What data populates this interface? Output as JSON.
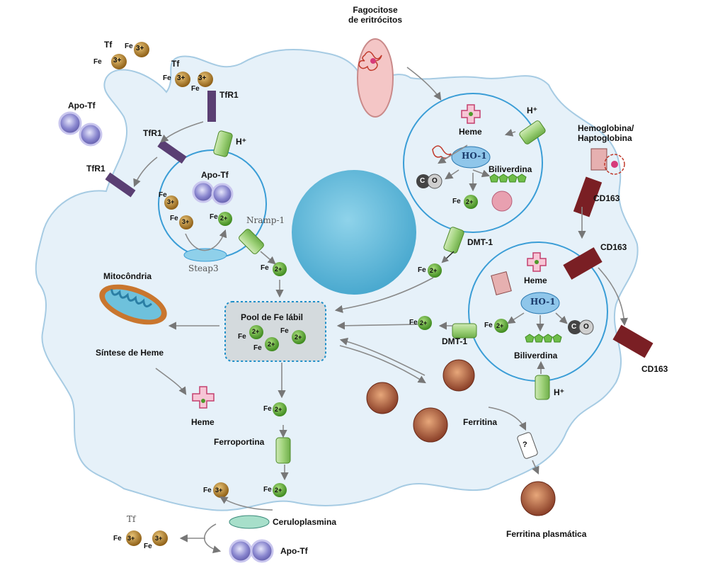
{
  "labels": {
    "phagocytosis": "Fagocitose\nde eritrócitos",
    "tf": "Tf",
    "tfr1": "TfR1",
    "apo_tf": "Apo-Tf",
    "h_plus": "H⁺",
    "fe": "Fe",
    "fe2": "2+",
    "fe3": "3+",
    "nramp1": "Nramp-1",
    "steap3": "Steap3",
    "mitochondria": "Mitocôndria",
    "heme_synthesis": "Síntese de Heme",
    "heme": "Heme",
    "pool": "Pool de Fe lábil",
    "ferroportin": "Ferroportina",
    "ceruloplasmin": "Ceruloplasmina",
    "ho1": "HO-1",
    "biliverdin": "Biliverdina",
    "dmt1": "DMT-1",
    "hemoglobin": "Hemoglobina/\nHaptoglobina",
    "cd163": "CD163",
    "ferritin": "Ferritina",
    "plasma_ferritin": "Ferritina plasmática",
    "tf_small": "Tf",
    "co_c": "C",
    "co_o": "O",
    "question": "?"
  },
  "colors": {
    "cell_fill": "#e6f1f9",
    "cell_stroke": "#a6cbe3",
    "nucleus": "#6fc0dc",
    "vesicle_stroke": "#3a9dd6",
    "receptor_purple": "#5a3f73",
    "cd163_red": "#7a1f24",
    "fe2_green": "#4e9a2a",
    "fe3_gold": "#b6852a",
    "ho1_blue": "#8fc6ea",
    "arrow_gray": "#8a8a8a"
  },
  "icons": [
    "mitochondria-icon",
    "heme-icon",
    "ferritin-icon",
    "transporter-icon",
    "erythrocyte-icon",
    "co-molecule-icon",
    "biliverdin-icon"
  ]
}
